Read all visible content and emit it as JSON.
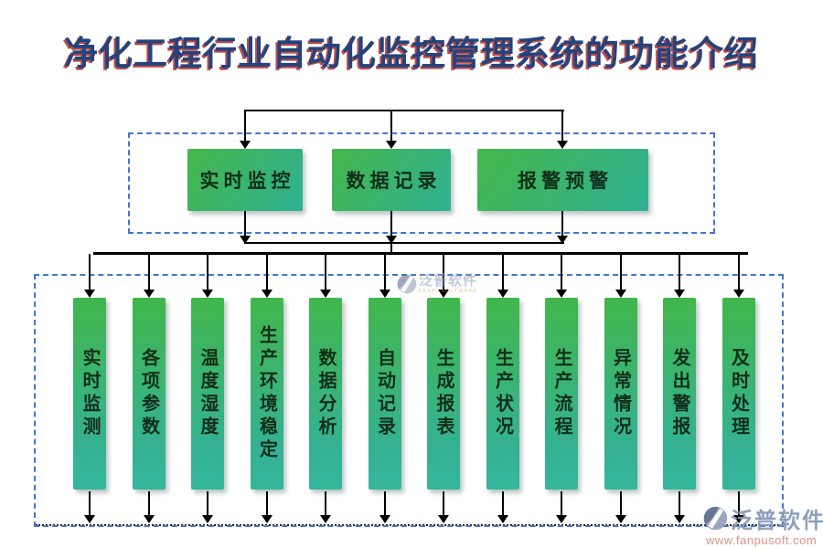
{
  "title": "净化工程行业自动化监控管理系统的功能介绍",
  "top_section": {
    "boxes": [
      {
        "label": "实时监控"
      },
      {
        "label": "数据记录"
      },
      {
        "label": "报警预警"
      }
    ]
  },
  "detail_section": {
    "columns": [
      {
        "label": "实时监测"
      },
      {
        "label": "各项参数"
      },
      {
        "label": "温度湿度"
      },
      {
        "label": "生产环境稳定"
      },
      {
        "label": "数据分析"
      },
      {
        "label": "自动记录"
      },
      {
        "label": "生成报表"
      },
      {
        "label": "生产状况"
      },
      {
        "label": "生产流程"
      },
      {
        "label": "异常情况"
      },
      {
        "label": "发出警报"
      },
      {
        "label": "及时处理"
      }
    ]
  },
  "watermark_center": {
    "brand": "泛普软件",
    "subtext": "FANPUSOFTWARE"
  },
  "watermark_corner": {
    "brand": "泛普软件",
    "url": "www.fanpusoft.com"
  },
  "colors": {
    "title_text": "#24437d",
    "title_shadow": "#bf4a45",
    "box_green": "#44b649",
    "box_teal": "#31b295",
    "box_text": "#112f1a",
    "dashed_border": "#4575cd",
    "connector": "#000000",
    "watermark_slate": "#8a9ab6",
    "watermark_url": "#dd8f84",
    "watermark_sub": "#cc9a5e"
  }
}
